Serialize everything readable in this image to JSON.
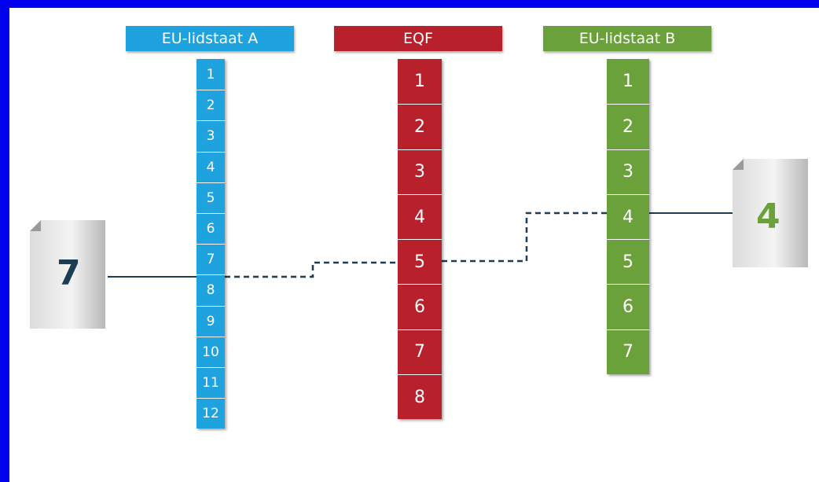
{
  "columns": [
    {
      "title": "EU-lidstaat A",
      "levels": [
        "1",
        "2",
        "3",
        "4",
        "5",
        "6",
        "7",
        "8",
        "9",
        "10",
        "11",
        "12"
      ],
      "color": "#1ea3de"
    },
    {
      "title": "EQF",
      "levels": [
        "1",
        "2",
        "3",
        "4",
        "5",
        "6",
        "7",
        "8"
      ],
      "color": "#b8202c"
    },
    {
      "title": "EU-lidstaat B",
      "levels": [
        "1",
        "2",
        "3",
        "4",
        "5",
        "6",
        "7"
      ],
      "color": "#6aa13a"
    }
  ],
  "documents": [
    {
      "label": "7",
      "color": "#1d3d55"
    },
    {
      "label": "4",
      "color": "#6aa13a"
    }
  ],
  "mapping": {
    "member_state_a_level": "7",
    "eqf_level": "5",
    "member_state_b_level": "4"
  }
}
